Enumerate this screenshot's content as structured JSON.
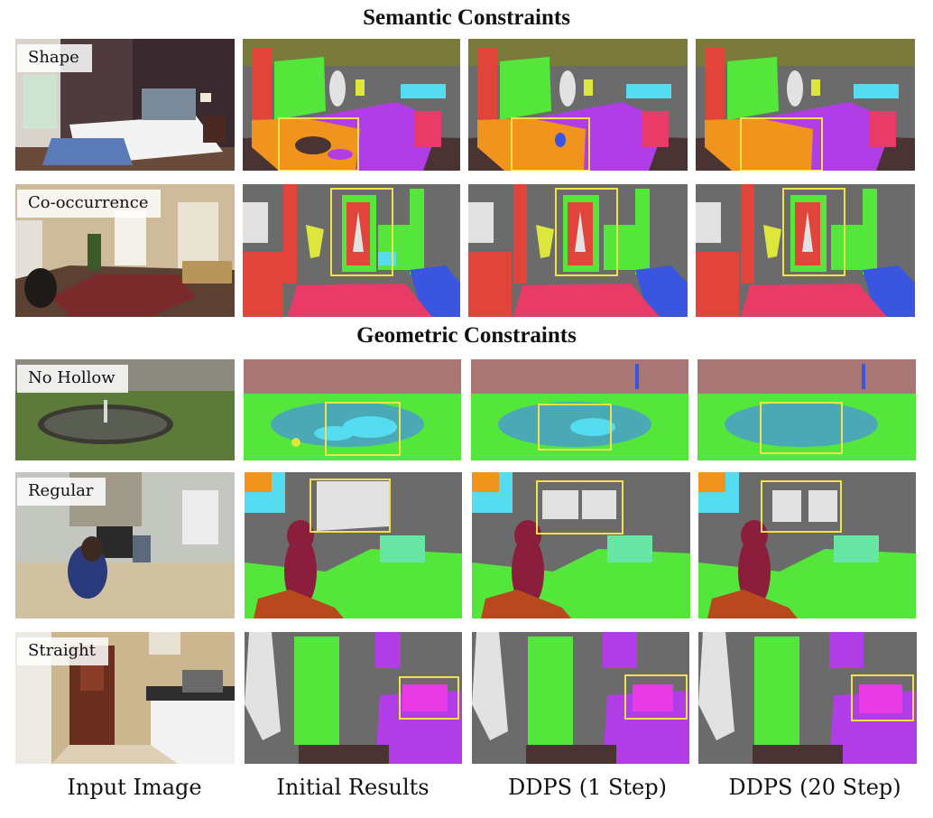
{
  "sections": {
    "semantic": "Semantic Constraints",
    "geometric": "Geometric Constraints"
  },
  "rows": [
    {
      "label": "Shape"
    },
    {
      "label": "Co-occurrence"
    },
    {
      "label": "No Hollow"
    },
    {
      "label": "Regular"
    },
    {
      "label": "Straight"
    }
  ],
  "columns": [
    "Input Image",
    "Initial Results",
    "DDPS (1 Step)",
    "DDPS (20 Step)"
  ],
  "colors": {
    "highlight_box": "#f2e24a",
    "wall": "#6b6b6b",
    "floor": "#4a3433",
    "bed": "#b03de6",
    "lamp": "#dce63c",
    "cabinet_red": "#e0443a",
    "table_orange": "#f0941e",
    "pillow_cyan": "#55dcf0",
    "window_white": "#e2e2e2",
    "green": "#55e63c",
    "carpet": "#e83b68",
    "blue": "#3a55e0",
    "sky": "#a87674",
    "water": "#4aa9b4",
    "person": "#8a1e3c"
  }
}
